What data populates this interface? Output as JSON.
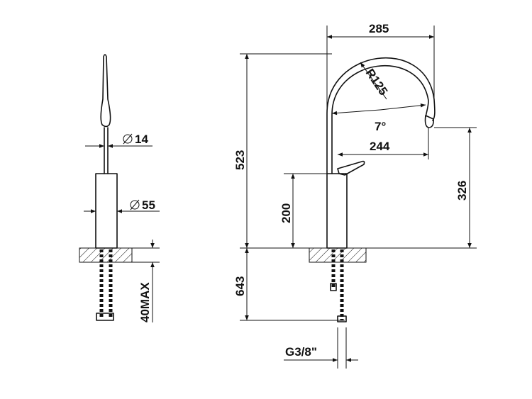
{
  "dimensions": {
    "spout_width": "285",
    "spout_radius": "R125",
    "spout_angle": "7°",
    "spout_reach": "244",
    "total_height": "523",
    "body_height": "200",
    "outlet_height": "326",
    "hose_length": "643",
    "inlet_thread": "G3/8\"",
    "lever_diameter": "14",
    "body_diameter": "55",
    "max_deck": "40MAX"
  },
  "icons": {
    "diameter_symbol": "diameter-icon"
  }
}
